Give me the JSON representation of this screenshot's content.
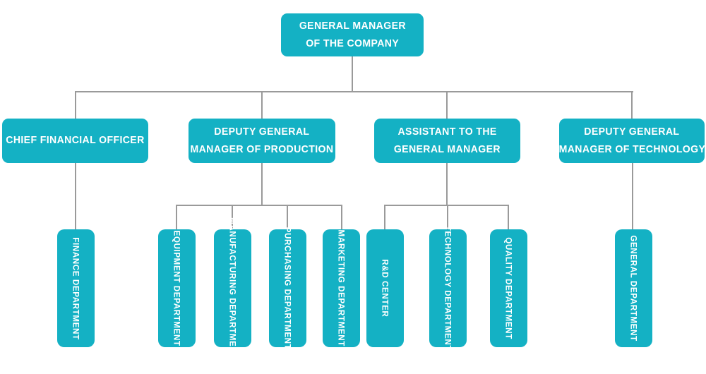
{
  "colors": {
    "node": "#14b1c4",
    "line": "#9a9a9a",
    "text": "#ffffff",
    "background": "#ffffff"
  },
  "nodes": {
    "general_manager": {
      "lines": [
        "GENERAL MANAGER",
        "OF THE COMPANY"
      ]
    },
    "cfo": {
      "lines": [
        "CHIEF FINANCIAL OFFICER"
      ]
    },
    "deputy_production": {
      "lines": [
        "DEPUTY GENERAL",
        "MANAGER OF PRODUCTION"
      ]
    },
    "assistant_gm": {
      "lines": [
        "ASSISTANT TO THE",
        "GENERAL MANAGER"
      ]
    },
    "deputy_technology": {
      "lines": [
        "DEPUTY GENERAL",
        "MANAGER OF TECHNOLOGY"
      ]
    },
    "finance": {
      "label": "FINANCE DEPARTMENT"
    },
    "equipment": {
      "label": "EQUIPMENT DEPARTMENT"
    },
    "manufacturing": {
      "label": "MANUFACTURING DEPARTMENT"
    },
    "purchasing": {
      "label": "PURCHASING DEPARTMENT"
    },
    "marketing": {
      "label": "MARKETING DEPARTMENT"
    },
    "rnd_center": {
      "label": "R&D CENTER"
    },
    "technology_dept": {
      "label": "TECHNOLOGY DEPARTMENT"
    },
    "quality": {
      "label": "QUALITY DEPARTMENT"
    },
    "general_department": {
      "label": "GENERAL DEPARTMENT"
    }
  },
  "hierarchy": {
    "root": "general_manager",
    "children_of_general_manager": [
      "cfo",
      "deputy_production",
      "assistant_gm",
      "deputy_technology"
    ],
    "children_of_cfo": [
      "finance"
    ],
    "children_of_deputy_production": [
      "equipment",
      "manufacturing",
      "purchasing",
      "marketing"
    ],
    "children_of_assistant_gm": [
      "rnd_center",
      "technology_dept",
      "quality"
    ],
    "children_of_deputy_technology": [
      "general_department"
    ]
  }
}
